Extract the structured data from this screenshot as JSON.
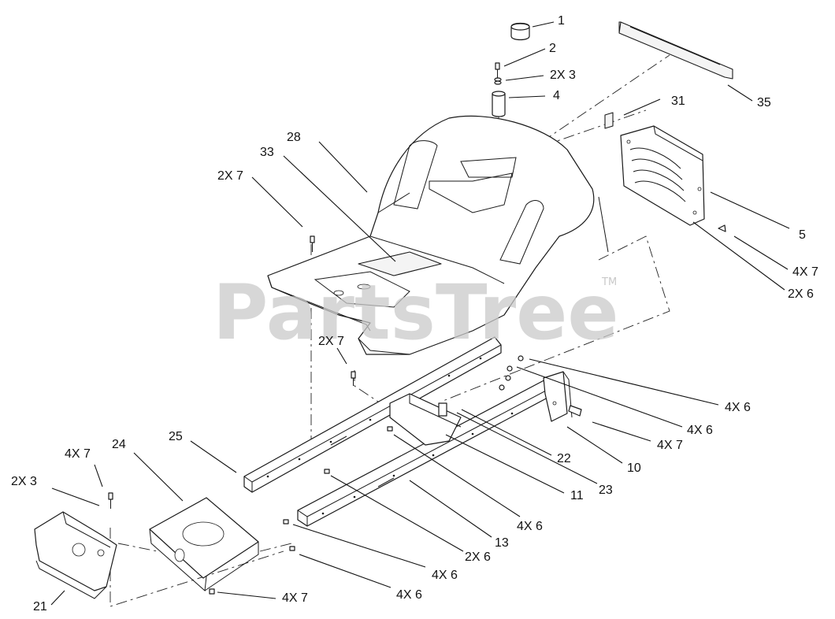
{
  "watermark": {
    "text": "PartsTree",
    "trademark": "TM"
  },
  "callouts": {
    "c1": "1",
    "c2": "2",
    "c3": "2X 3",
    "c4": "4",
    "c35": "35",
    "c31": "31",
    "c28": "28",
    "c33": "33",
    "c2x7a": "2X 7",
    "c5": "5",
    "c4x7a": "4X 7",
    "c2x6a": "2X 6",
    "c2x7b": "2X 7",
    "c4x6a": "4X 6",
    "c4x6b": "4X 6",
    "c4x7b": "4X 7",
    "c10": "10",
    "c22": "22",
    "c23": "23",
    "c11": "11",
    "c25": "25",
    "c24": "24",
    "c4x7c": "4X 7",
    "c2x3b": "2X 3",
    "c4x6c": "4X 6",
    "c13": "13",
    "c2x6b": "2X 6",
    "c4x6d": "4X 6",
    "c4x6e": "4X 6",
    "c4x7d": "4X 7",
    "c21": "21"
  }
}
